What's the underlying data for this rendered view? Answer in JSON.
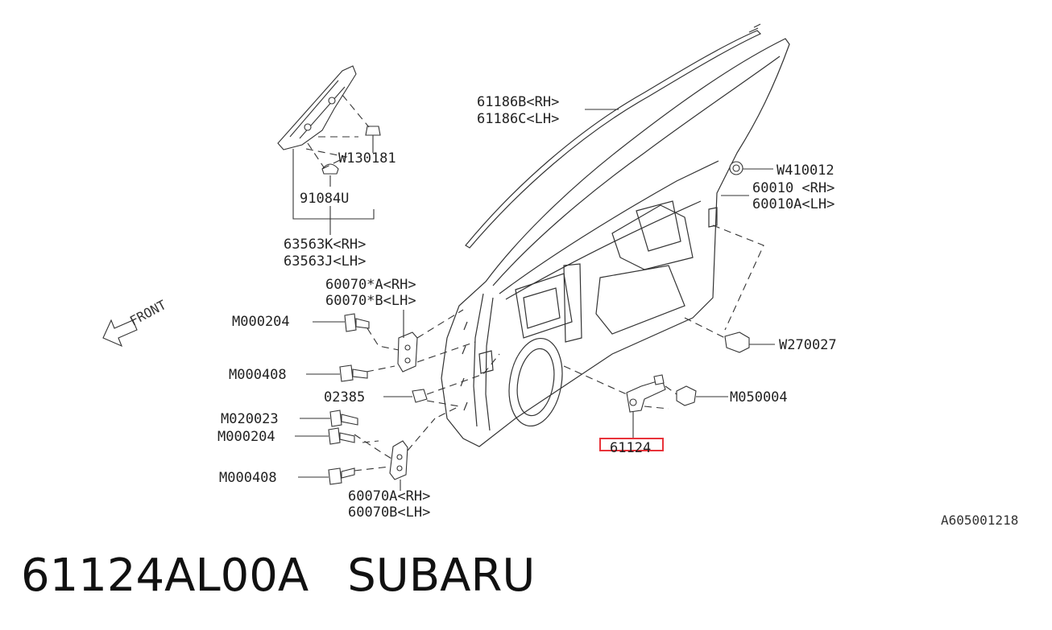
{
  "labels": {
    "p61186b": "61186B<RH>",
    "p61186c": "61186C<LH>",
    "w130181": "W130181",
    "p91084u": "91084U",
    "p63563k": "63563K<RH>",
    "p63563j": "63563J<LH>",
    "w410012": "W410012",
    "p60010": "60010 <RH>",
    "p60010a": "60010A<LH>",
    "p60070sa": "60070*A<RH>",
    "p60070sb": "60070*B<LH>",
    "front": "FRONT",
    "m000204_top": "M000204",
    "m000408_top": "M000408",
    "w270027": "W270027",
    "p02385": "02385",
    "m050004": "M050004",
    "m020023": "M020023",
    "m000204_bot": "M000204",
    "m000408_bot": "M000408",
    "p60070a": "60070A<RH>",
    "p60070b": "60070B<LH>",
    "p61124": "61124",
    "ref_code": "A605001218"
  },
  "footer": {
    "part_number": "61124AL00A",
    "brand": "SUBARU"
  },
  "colors": {
    "highlight": "#e8333a",
    "line": "#333333"
  }
}
